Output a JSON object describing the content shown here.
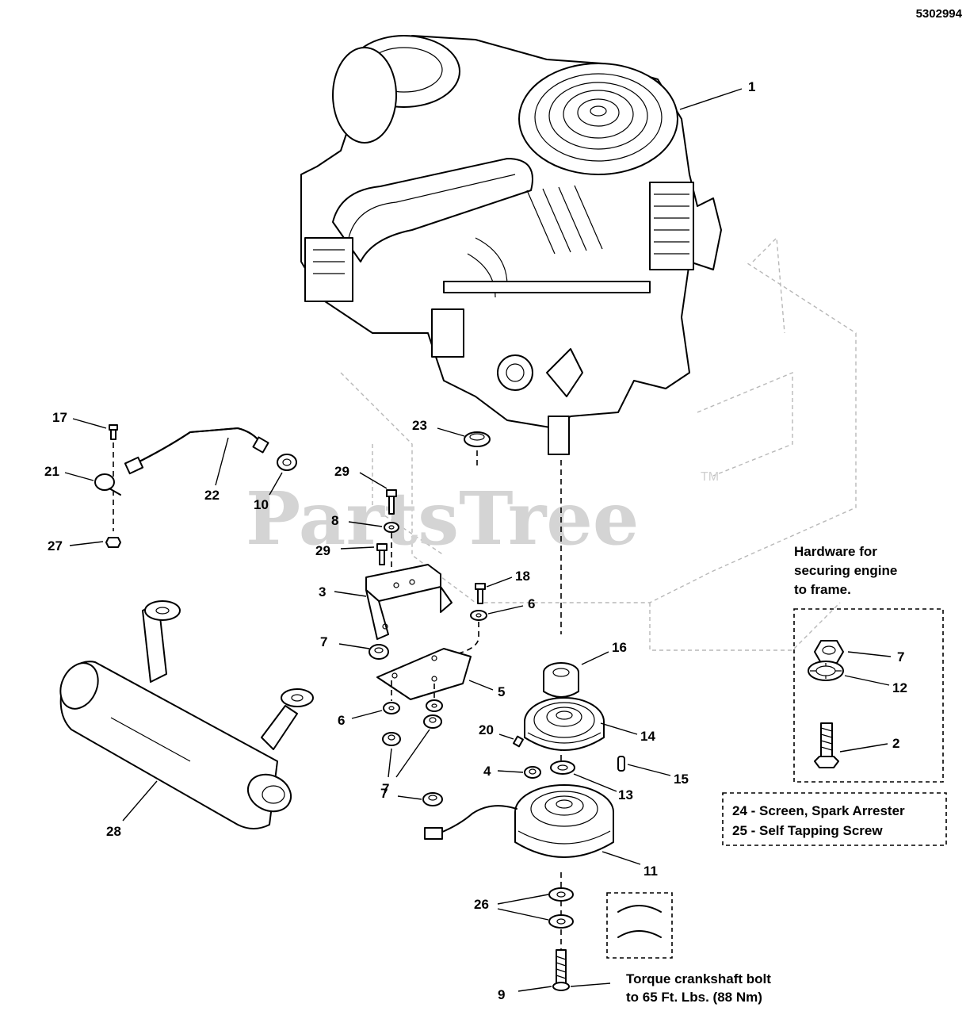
{
  "doc_id": "5302994",
  "watermark": {
    "text": "PartsTree",
    "trademark": "TM"
  },
  "hardware_box": {
    "title_lines": [
      "Hardware for",
      "securing engine",
      "to frame."
    ]
  },
  "notes": {
    "screen_box": [
      "24 - Screen, Spark Arrester",
      "25 - Self Tapping Screw"
    ],
    "torque": [
      "Torque crankshaft bolt",
      "to 65 Ft. Lbs. (88 Nm)"
    ]
  },
  "callouts": [
    {
      "id": "c1",
      "text": "1"
    },
    {
      "id": "c2",
      "text": "2"
    },
    {
      "id": "c3",
      "text": "3"
    },
    {
      "id": "c4",
      "text": "4"
    },
    {
      "id": "c5",
      "text": "5"
    },
    {
      "id": "c6a",
      "text": "6"
    },
    {
      "id": "c6b",
      "text": "6"
    },
    {
      "id": "c7a",
      "text": "7"
    },
    {
      "id": "c7b",
      "text": "7"
    },
    {
      "id": "c7c",
      "text": "7"
    },
    {
      "id": "c8",
      "text": "8"
    },
    {
      "id": "c9",
      "text": "9"
    },
    {
      "id": "c10",
      "text": "10"
    },
    {
      "id": "c11",
      "text": "11"
    },
    {
      "id": "c12",
      "text": "12"
    },
    {
      "id": "c13",
      "text": "13"
    },
    {
      "id": "c14",
      "text": "14"
    },
    {
      "id": "c15",
      "text": "15"
    },
    {
      "id": "c16",
      "text": "16"
    },
    {
      "id": "c17",
      "text": "17"
    },
    {
      "id": "c18",
      "text": "18"
    },
    {
      "id": "c20",
      "text": "20"
    },
    {
      "id": "c21",
      "text": "21"
    },
    {
      "id": "c22",
      "text": "22"
    },
    {
      "id": "c23",
      "text": "23"
    },
    {
      "id": "c26",
      "text": "26"
    },
    {
      "id": "c27",
      "text": "27"
    },
    {
      "id": "c28",
      "text": "28"
    },
    {
      "id": "c29a",
      "text": "29"
    },
    {
      "id": "c29b",
      "text": "29"
    }
  ]
}
